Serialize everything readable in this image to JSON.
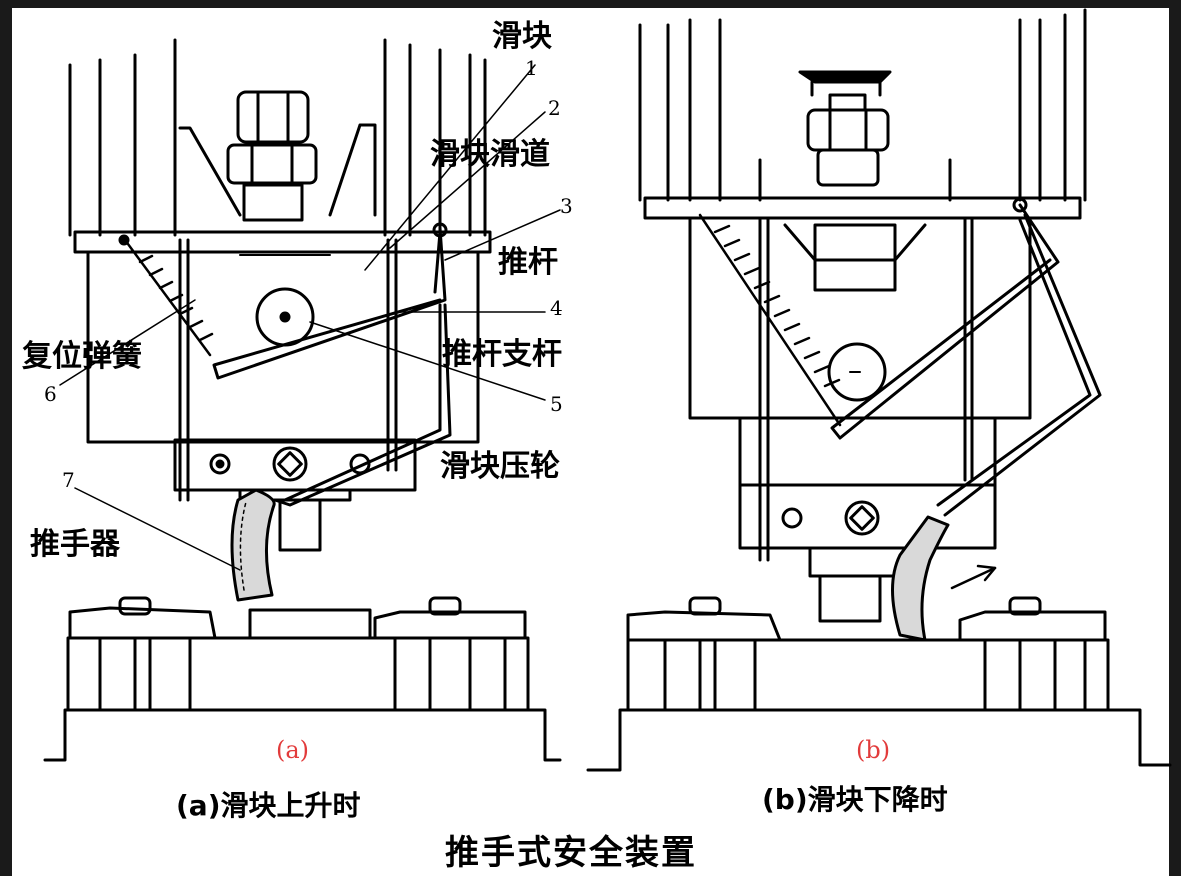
{
  "figure": {
    "title": "推手式安全装置",
    "panel_a": {
      "tag": "(a)",
      "caption": "(a)滑块上升时"
    },
    "panel_b": {
      "tag": "(b)",
      "caption": "(b)滑块下降时"
    },
    "callouts": [
      {
        "num": "1",
        "label": "滑块"
      },
      {
        "num": "2",
        "label": "滑块滑道"
      },
      {
        "num": "3",
        "label": "推杆"
      },
      {
        "num": "4",
        "label": "推杆支杆"
      },
      {
        "num": "5",
        "label": "滑块压轮"
      },
      {
        "num": "6",
        "label": "复位弹簧"
      },
      {
        "num": "7",
        "label": "推手器"
      }
    ]
  },
  "colors": {
    "ink": "#000000",
    "paper": "#ffffff",
    "frame": "#1a1a1a",
    "tag_red": "#e23b3b"
  }
}
